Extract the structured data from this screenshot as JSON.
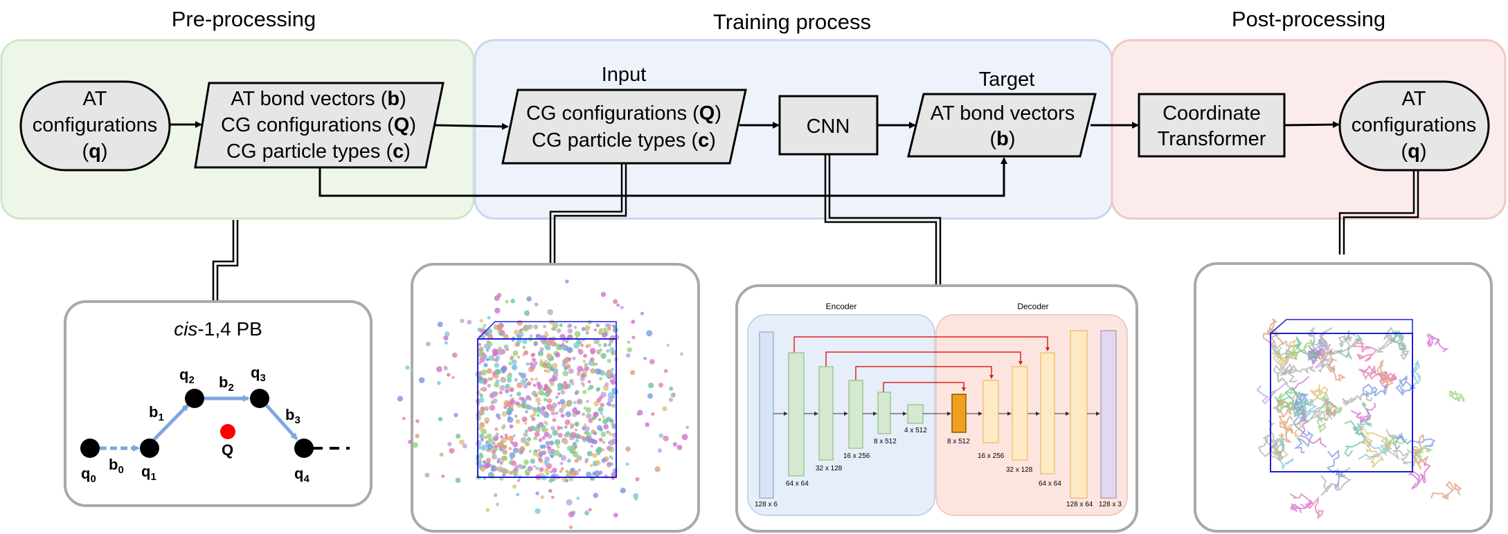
{
  "sections": {
    "pre": "Pre-processing",
    "train": "Training process",
    "post": "Post-processing"
  },
  "labels": {
    "input": "Input",
    "target": "Target"
  },
  "nodes": {
    "at_in": {
      "l1": "AT",
      "l2": "configurations",
      "l3a": "(",
      "l3b": "q",
      "l3c": ")"
    },
    "pre_box": {
      "l1a": "AT bond vectors (",
      "l1b": "b",
      "l1c": ")",
      "l2a": "CG configurations (",
      "l2b": "Q",
      "l2c": ")",
      "l3a": "CG particle types (",
      "l3b": "c",
      "l3c": ")"
    },
    "input_box": {
      "l1a": "CG configurations (",
      "l1b": "Q",
      "l1c": ")",
      "l2a": "CG particle types (",
      "l2b": "c",
      "l2c": ")"
    },
    "cnn": "CNN",
    "target_box": {
      "l1": "AT bond vectors",
      "l2a": "(",
      "l2b": "b",
      "l2c": ")"
    },
    "coord": {
      "l1": "Coordinate",
      "l2": "Transformer"
    },
    "at_out": {
      "l1": "AT",
      "l2": "configurations",
      "l3a": "(",
      "l3b": "q",
      "l3c": ")"
    }
  },
  "molecule": {
    "title_italic": "cis",
    "title_rest": "-1,4 PB",
    "q0": "q",
    "q0s": "0",
    "q1": "q",
    "q1s": "1",
    "q2": "q",
    "q2s": "2",
    "q3": "q",
    "q3s": "3",
    "q4": "q",
    "q4s": "4",
    "b0": "b",
    "b0s": "0",
    "b1": "b",
    "b1s": "1",
    "b2": "b",
    "b2s": "2",
    "b3": "b",
    "b3s": "3",
    "Q": "Q"
  },
  "unet": {
    "encoder": "Encoder",
    "decoder": "Decoder",
    "dims": [
      "128 x 6",
      "64 x 64",
      "32 x 128",
      "16 x 256",
      "8 x 512",
      "4 x 512",
      "8 x 512",
      "16 x 256",
      "32 x 128",
      "64 x 64",
      "128 x 64",
      "128 x 3"
    ]
  },
  "colors": {
    "pre_bg": "#eef6ea",
    "pre_border": "#cfe6c6",
    "train_bg": "#eef3fb",
    "train_border": "#c9d6ec",
    "post_bg": "#fbeceb",
    "post_border": "#efc8c6",
    "node_fill": "#e6e6e6",
    "bond_arrow": "#7ea6e0",
    "center_bead": "#ff0000",
    "box_blue": "#1f1fd6"
  }
}
